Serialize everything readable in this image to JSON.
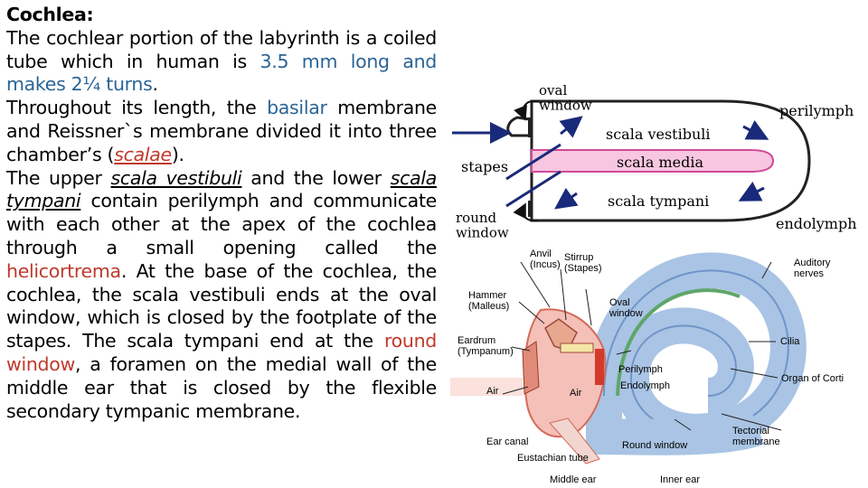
{
  "heading": "Cochlea:",
  "para1": {
    "a": "The cochlear portion of the labyrinth is a coiled tube which in human is ",
    "b": "3.5 mm long and makes 2¼ turns",
    "c": "."
  },
  "para2": {
    "a": "Throughout its length, the ",
    "b": "basilar",
    "c": " membrane and Reissner`s membrane divided it into three chamber’s (",
    "d": "scalae",
    "e": ")."
  },
  "para3": {
    "a": "The upper ",
    "b": "scala vestibuli",
    "c": " and the lower ",
    "d": "scala tympani",
    "e": " contain perilymph and communicate with each other at the apex of the cochlea through a small opening called the ",
    "f": "helicortrema",
    "g": ". At the base of the cochlea, the cochlea, the scala vestibuli ends at the oval window, which is closed by the footplate of the stapes. The scala tympani end at the ",
    "h": "round window",
    "i": ", a foramen on the medial wall of the middle ear that is closed by the flexible secondary tympanic membrane."
  },
  "colors": {
    "blue_text": "#2a6496",
    "red_text": "#c0392b",
    "scala_media_pink": "#f7c6e0",
    "cochlea_blue": "#a9c4e4"
  },
  "diagram1": {
    "labels": {
      "oval_window": "oval\nwindow",
      "perilymph": "perilymph",
      "scala_vestibuli": "scala vestibuli",
      "stapes": "stapes",
      "scala_media": "scala media",
      "scala_tympani": "scala tympani",
      "round_window": "round\nwindow",
      "endolymph": "endolymph"
    }
  },
  "diagram2": {
    "labels": {
      "auditory_nerves": "Auditory\nnerves",
      "anvil": "Anvil\n(Incus)",
      "stirrup": "Stirrup\n(Stapes)",
      "hammer": "Hammer\n(Malleus)",
      "oval_window": "Oval\nwindow",
      "eardrum": "Eardrum\n(Tympanum)",
      "cilia": "Cilia",
      "perilymph": "Perilymph",
      "endolymph": "Endolymph",
      "organ_of_corti": "Organ of Corti",
      "air_left": "Air",
      "air_mid": "Air",
      "ear_canal": "Ear canal",
      "round_window": "Round window",
      "tectorial": "Tectorial\nmembrane",
      "eustachian": "Eustachian tube",
      "middle_ear": "Middle ear",
      "inner_ear": "Inner ear"
    }
  }
}
